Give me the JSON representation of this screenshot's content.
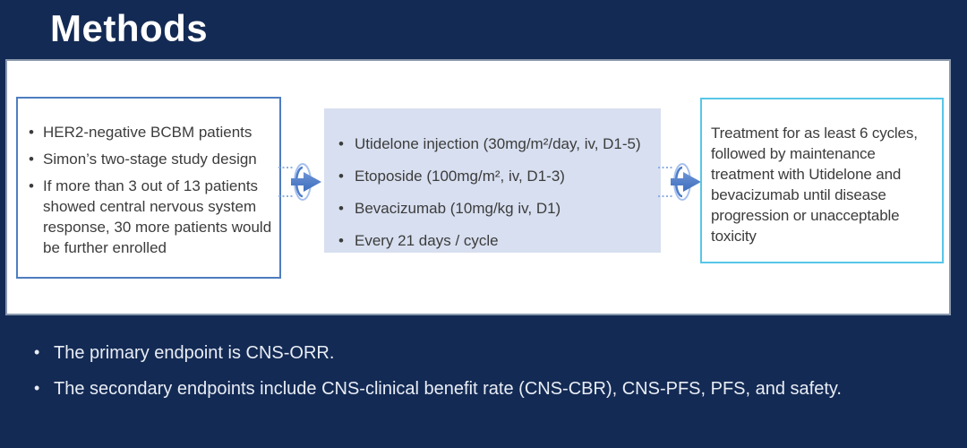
{
  "title": "Methods",
  "colors": {
    "background": "#132A54",
    "panel_bg": "#FFFFFF",
    "panel_border": "#8A99AD",
    "eligibility_box_border": "#4E7DC0",
    "regimen_box_bg": "#D7DFF0",
    "maintenance_box_border": "#58C6E8",
    "arrow_blue": "#4577C8",
    "body_text": "#3C3C3C",
    "endpoint_text": "#E9EDF5"
  },
  "box_eligibility": {
    "bullets": [
      "HER2-negative BCBM patients",
      "Simon’s two-stage study design",
      "If more than 3 out of 13 patients showed central nervous system response, 30 more patients would be further enrolled"
    ]
  },
  "box_regimen": {
    "bullets": [
      "Utidelone injection (30mg/m²/day, iv, D1-5)",
      "Etoposide (100mg/m², iv, D1-3)",
      "Bevacizumab (10mg/kg iv, D1)",
      "Every 21 days / cycle"
    ]
  },
  "box_maintenance": {
    "text": "Treatment for as least 6 cycles, followed by maintenance treatment with Utidelone and bevacizumab until disease progression or unacceptable toxicity"
  },
  "endpoints": {
    "bullets": [
      "The primary endpoint is CNS-ORR.",
      "The secondary endpoints include CNS-clinical benefit rate (CNS-CBR), CNS-PFS, PFS, and safety."
    ]
  }
}
